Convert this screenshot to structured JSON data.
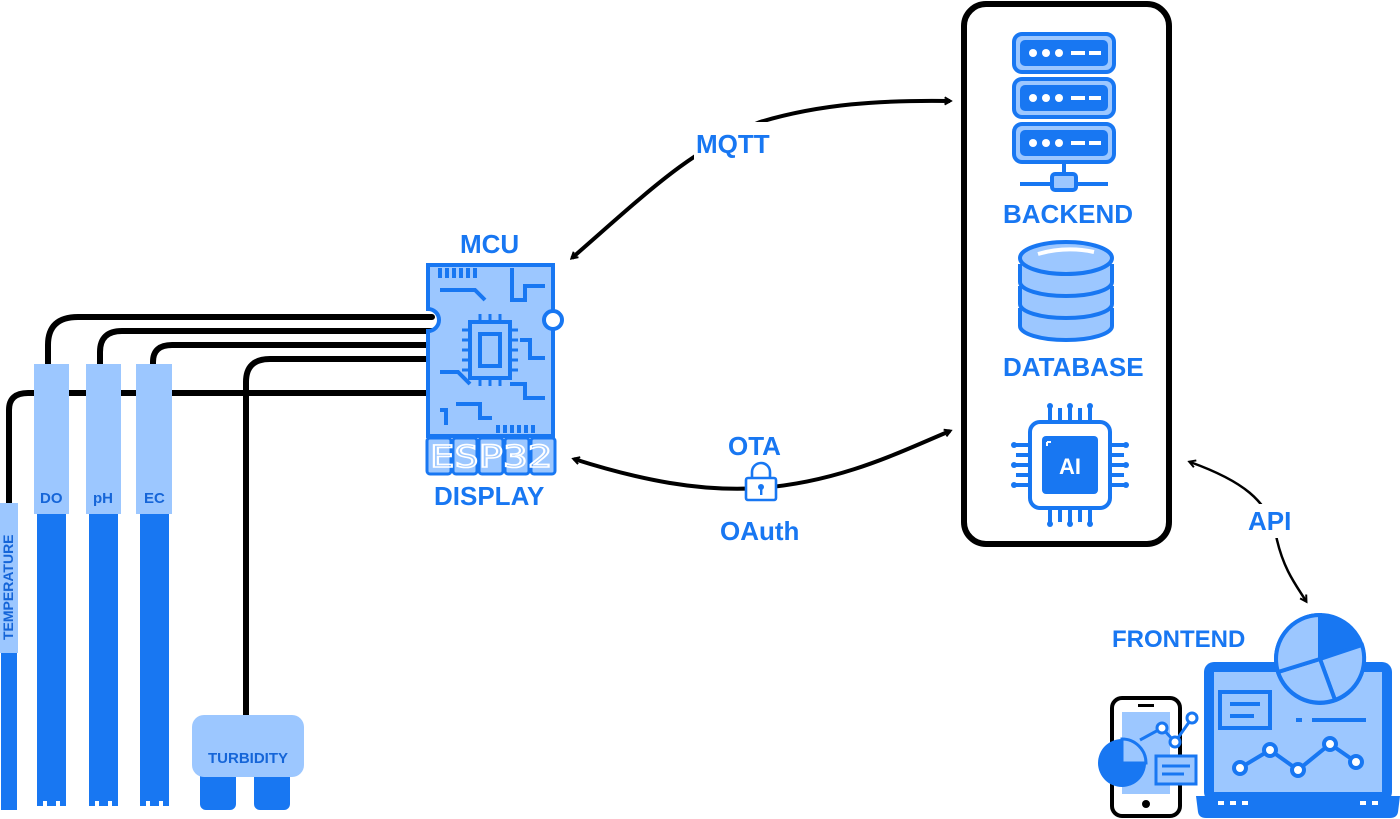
{
  "colors": {
    "primary": "#1877f2",
    "dark_blue": "#1565d8",
    "light_blue": "#9cc7ff",
    "probe_blue": "#8fc0fb",
    "wire": "#000000"
  },
  "mcu": {
    "label": "MCU",
    "display_label": "DISPLAY",
    "display_text": "ESP32"
  },
  "cloud": {
    "backend_label": "BACKEND",
    "database_label": "DATABASE",
    "ai_chip_text": "AI"
  },
  "links": {
    "mqtt_label": "MQTT",
    "ota_label": "OTA",
    "oauth_label": "OAuth",
    "api_label": "API"
  },
  "frontend": {
    "label": "FRONTEND"
  },
  "sensors": {
    "temperature_label": "TEMPERATURE",
    "do_label": "DO",
    "ph_label": "pH",
    "ec_label": "EC",
    "turbidity_label": "TURBIDITY"
  },
  "icons": {
    "server": "server-rack-icon",
    "database": "database-icon",
    "ai_chip": "ai-chip-icon",
    "lock": "lock-icon",
    "laptop": "laptop-dashboard-icon",
    "phone": "smartphone-icon",
    "mcu": "microcontroller-board-icon"
  }
}
